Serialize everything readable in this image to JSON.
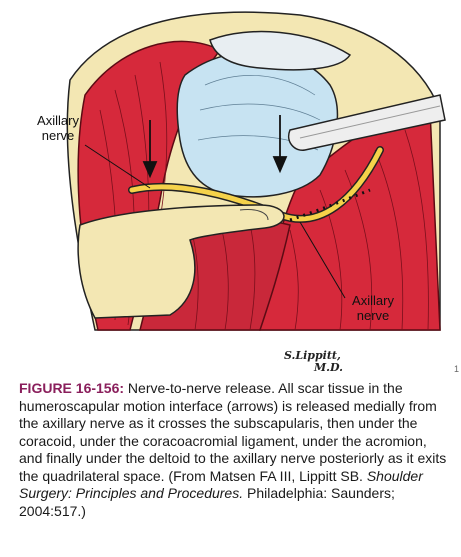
{
  "figure": {
    "labels": {
      "axillary_nerve_top": "Axillary nerve",
      "axillary_nerve_bottom": "Axillary nerve"
    },
    "signature": {
      "name": "S.Lippitt,",
      "credential": "M.D."
    },
    "margin_mark": "1",
    "colors": {
      "muscle_red": "#d6293b",
      "muscle_dark": "#a3192a",
      "bone_blue": "#c7e3f2",
      "skin_beige": "#f3e7b3",
      "nerve_yellow": "#f5d24a",
      "caption_accent": "#8a1f5c"
    }
  },
  "caption": {
    "label": "FIGURE 16-156:",
    "part1": " Nerve-to-nerve release. All scar tissue in the humeroscapular motion interface (arrows) is released medially from the axillary nerve as it crosses the subscapularis, then under the coracoid, under the coracoacromial ligament, under the acromion, and finally under the deltoid to the axillary nerve posteriorly as it exits the quadrilateral space. (From Matsen FA III, Lippitt SB. ",
    "book_title": "Shoulder Surgery: Principles and Procedures.",
    "part2": " Philadelphia: Saunders; 2004:517.)"
  }
}
